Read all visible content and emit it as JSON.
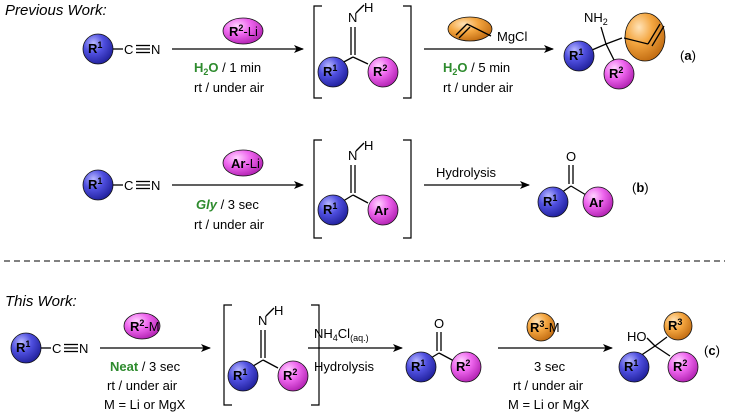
{
  "section_a": {
    "header": "Previous Work:",
    "reagent1": {
      "label": "R",
      "sup": "2",
      "suffix": "-Li"
    },
    "cond1": {
      "solvent": "H",
      "solvent_sub": "2",
      "solvent_o": "O",
      "rest": " / 1 min",
      "line2": "rt / under air"
    },
    "reagent2": {
      "label": "MgCl"
    },
    "cond2": {
      "solvent": "H",
      "solvent_sub": "2",
      "solvent_o": "O",
      "rest": " / 5 min",
      "line2": "rt / under air"
    },
    "product_nh2": {
      "label": "NH",
      "sub": "2"
    },
    "tag": {
      "open": "(",
      "letter": "a",
      "close": ")"
    }
  },
  "section_b": {
    "reagent1": {
      "label": "Ar",
      "suffix": "-Li"
    },
    "cond1": {
      "solvent": "Gly",
      "rest": " / 3 sec",
      "line2": "rt / under air"
    },
    "step2": {
      "label": "Hydrolysis"
    },
    "tag": {
      "open": "(",
      "letter": "b",
      "close": ")"
    }
  },
  "section_c": {
    "header": "This Work:",
    "reagent1": {
      "label": "R",
      "sup": "2",
      "suffix": "-M"
    },
    "cond1": {
      "solvent": "Neat",
      "rest": " / 3 sec",
      "line2": "rt / under air",
      "line3": "M = Li or MgX"
    },
    "step2": {
      "line1": "NH",
      "sub1": "4",
      "cl": "Cl",
      "sub2": "(aq.)",
      "line2": "Hydrolysis"
    },
    "reagent3": {
      "label": "R",
      "sup": "3",
      "suffix": "-M"
    },
    "cond3": {
      "line1": "3 sec",
      "line2": "rt / under air",
      "line3": "M = Li or MgX"
    },
    "product_ho": {
      "label": "HO"
    },
    "tag": {
      "open": "(",
      "letter": "c",
      "close": ")"
    }
  },
  "atoms": {
    "R": "R",
    "sup1": "1",
    "sup2": "2",
    "sup3": "3",
    "Ar": "Ar",
    "C": "C",
    "N": "N",
    "H": "H",
    "O": "O"
  },
  "colors": {
    "blue": "#3f3fd6",
    "pink": "#e85ce8",
    "orange": "#f2a33a",
    "green": "#2e8b2e"
  }
}
